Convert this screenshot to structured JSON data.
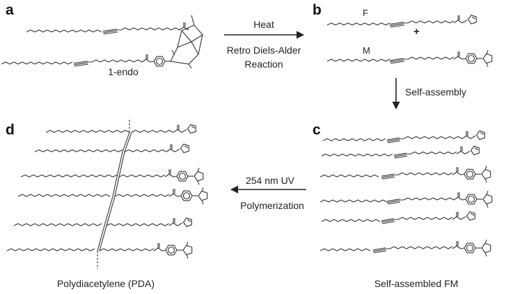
{
  "panels": {
    "a": {
      "letter": "a",
      "caption": "1-endo"
    },
    "b": {
      "letter": "b",
      "label_top": "F",
      "label_bottom": "M",
      "plus": "+"
    },
    "c": {
      "letter": "c",
      "caption": "Self-assembled FM"
    },
    "d": {
      "letter": "d",
      "caption": "Polydiacetylene (PDA)"
    }
  },
  "arrows": {
    "a_to_b": {
      "label_top": "Heat",
      "label_bottom_1": "Retro Diels-Alder",
      "label_bottom_2": "Reaction"
    },
    "b_to_c": {
      "label": "Self-assembly"
    },
    "c_to_d": {
      "label_top": "254 nm UV",
      "label_bottom": "Polymerization"
    }
  },
  "structures": {
    "panel_b_head_groups": [
      "furan",
      "maleimide"
    ],
    "panel_c_head_groups": [
      "furan",
      "furan",
      "maleimide",
      "maleimide",
      "furan",
      "maleimide"
    ],
    "panel_d_head_groups": [
      "furan",
      "furan",
      "maleimide",
      "maleimide",
      "furan",
      "maleimide"
    ]
  },
  "colors": {
    "line": "#333333",
    "text": "#222222"
  }
}
